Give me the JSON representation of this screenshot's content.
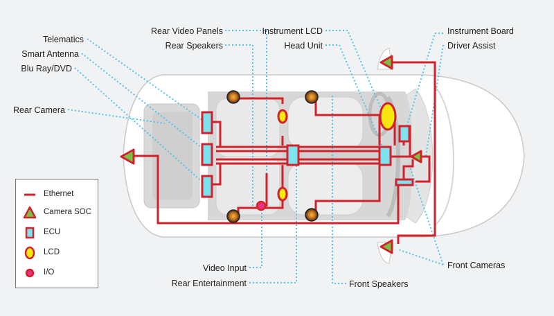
{
  "labels": {
    "telematics": "Telematics",
    "smart_antenna": "Smart Antenna",
    "blu_ray_dvd": "Blu Ray/DVD",
    "rear_camera": "Rear Camera",
    "rear_video_panels": "Rear Video Panels",
    "rear_speakers": "Rear Speakers",
    "instrument_lcd": "Instrument LCD",
    "head_unit": "Head Unit",
    "instrument_board": "Instrument Board",
    "driver_assist": "Driver Assist",
    "video_input": "Video Input",
    "rear_entertainment": "Rear Entertainment",
    "front_speakers": "Front Speakers",
    "front_cameras": "Front Cameras"
  },
  "legend": [
    {
      "symbol": "ethernet",
      "label": "Ethernet"
    },
    {
      "symbol": "camera-soc",
      "label": "Camera SOC"
    },
    {
      "symbol": "ecu",
      "label": "ECU"
    },
    {
      "symbol": "lcd",
      "label": "LCD"
    },
    {
      "symbol": "io",
      "label": "I/O"
    }
  ],
  "colors": {
    "ethernet": "#d0222b",
    "camera_soc": "#7ac143",
    "ecu": "#7fe3ef",
    "lcd": "#f7e70f",
    "io": "#e8327e",
    "callout": "#4fc3ea",
    "car_body": "#ffffff",
    "cabin": "#dcdcdc",
    "background": "#f1f2f3"
  }
}
